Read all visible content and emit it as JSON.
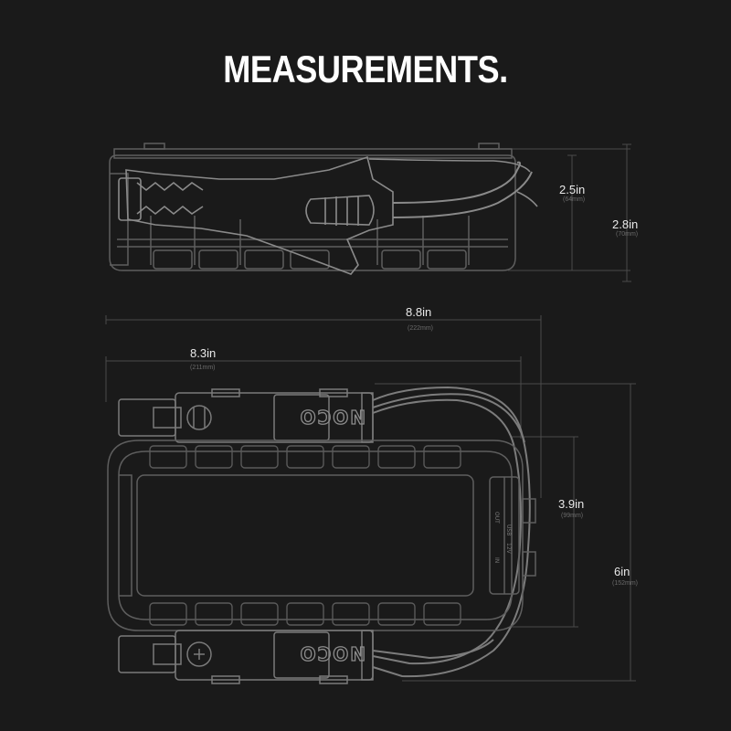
{
  "title": "MEASUREMENTS.",
  "colors": {
    "background": "#1a1a1a",
    "line": "#5e5e5e",
    "dim_line": "#4a4a4a",
    "text": "#e8e8e8"
  },
  "dimensions": {
    "side_height_body": {
      "imperial": "2.5in",
      "metric": "(64mm)"
    },
    "side_height_total": {
      "imperial": "2.8in",
      "metric": "(70mm)"
    },
    "top_length_total": {
      "imperial": "8.8in",
      "metric": "(222mm)"
    },
    "top_length_body": {
      "imperial": "8.3in",
      "metric": "(211mm)"
    },
    "top_width_body": {
      "imperial": "3.9in",
      "metric": "(99mm)"
    },
    "top_width_total": {
      "imperial": "6in",
      "metric": "(152mm)"
    }
  },
  "logo_text": "NOCO",
  "port_labels": {
    "out": "OUT",
    "in": "IN",
    "usb": "USB",
    "v12": "12V"
  }
}
